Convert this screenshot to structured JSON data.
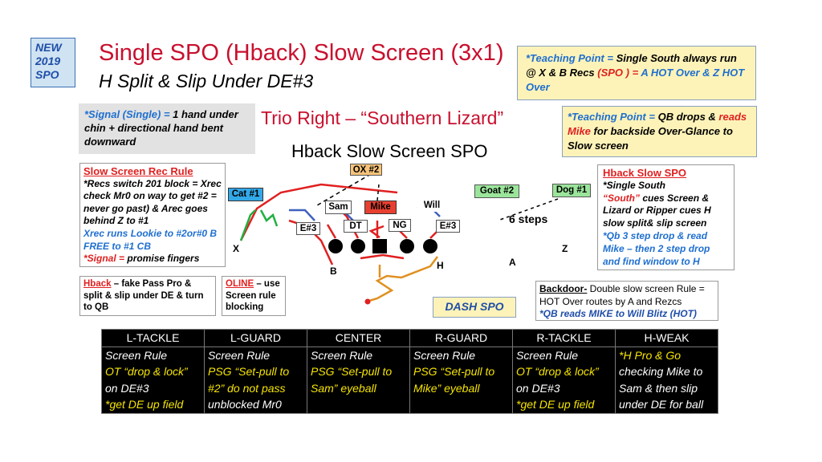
{
  "badge": {
    "line1": "NEW",
    "line2": "2019",
    "line3": "SPO"
  },
  "title": {
    "main": "Single SPO (Hback) Slow Screen (3x1)",
    "sub": "H Split & Slip Under DE#3"
  },
  "teaching_point_1": {
    "prefix": "*Teaching Point = ",
    "t1": "Single South always run @ X & B Recs ",
    "spo": "(SPO ) = ",
    "t2": "A HOT Over & Z HOT Over"
  },
  "signal": {
    "prefix": "*Signal (Single) = ",
    "text": "1 hand under chin + directional hand bent downward"
  },
  "formation": {
    "trio": "Trio Right – “Southern Lizard”",
    "play": "Hback Slow Screen SPO"
  },
  "teaching_point_2": {
    "prefix": "*Teaching Point = ",
    "t1": "QB drops & ",
    "reads": "reads Mike",
    "t2": " for backside Over-Glance to Slow screen"
  },
  "rec_rule": {
    "heading": "Slow Screen Rec Rule",
    "l1": "*Recs switch 201 block = Xrec check Mr0 on way to get #2 = never go past) & Arec goes behind Z to #1",
    "l2": "Xrec runs Lookie to #2or#0 B FREE to #1 CB",
    "sig": "*Signal = ",
    "sig_text": "promise  fingers"
  },
  "spo_box": {
    "heading": "Hback Slow SPO",
    "l1": "*Single South",
    "l2": "“South”",
    "l2b": " cues Screen & Lizard or Ripper cues H slow split& slip screen",
    "l3": "*Qb 3 step drop &  read Mike – then 2 step drop and find window to H"
  },
  "hback_box": {
    "heading": "Hback",
    "text": " – fake Pass Pro & split & slip under DE & turn to QB"
  },
  "oline_box": {
    "heading": "OLINE",
    "text": " – use Screen rule blocking"
  },
  "dash": "DASH SPO",
  "backdoor": {
    "heading": "Backdoor-",
    "text": " Double slow screen Rule = HOT Over routes by A and  Rezcs",
    "q": "*QB reads MIKE to Will Blitz (HOT)"
  },
  "defense": {
    "ox": "OX #2",
    "cat": "Cat #1",
    "goat": "Goat #2",
    "dog": "Dog #1",
    "sam": "Sam",
    "mike": "Mike",
    "will": "Will",
    "e3l": "E#3",
    "dt": "DT",
    "ng": "NG",
    "e3r": "E#3"
  },
  "offense": {
    "x": "X",
    "z": "Z",
    "a": "A",
    "h": "H",
    "b": "B"
  },
  "steps": "6 steps",
  "table": {
    "headers": [
      "L-TACKLE",
      "L-GUARD",
      "CENTER",
      "R-GUARD",
      "R-TACKLE",
      "H-WEAK"
    ],
    "cols": [
      {
        "r1": "Screen Rule",
        "r2": "OT “drop & lock”",
        "r3": "on DE#3",
        "r4": "*get DE up field"
      },
      {
        "r1": "Screen Rule",
        "r2": "PSG “Set-pull to",
        "r3": "#2”  do not pass",
        "r4": "unblocked Mr0"
      },
      {
        "r1": "Screen Rule",
        "r2": "PSG “Set-pull to",
        "r3": "Sam”  eyeball",
        "r4": ""
      },
      {
        "r1": "Screen Rule",
        "r2": "PSG “Set-pull to",
        "r3": "Mike”  eyeball",
        "r4": ""
      },
      {
        "r1": "Screen Rule",
        "r2": "OT “drop & lock”",
        "r3": "on DE#3",
        "r4": "*get DE up field"
      },
      {
        "r1": "*H Pro & Go",
        "r2": "checking Mike to",
        "r3": "Sam & then slip",
        "r4": "under DE for ball"
      }
    ]
  }
}
